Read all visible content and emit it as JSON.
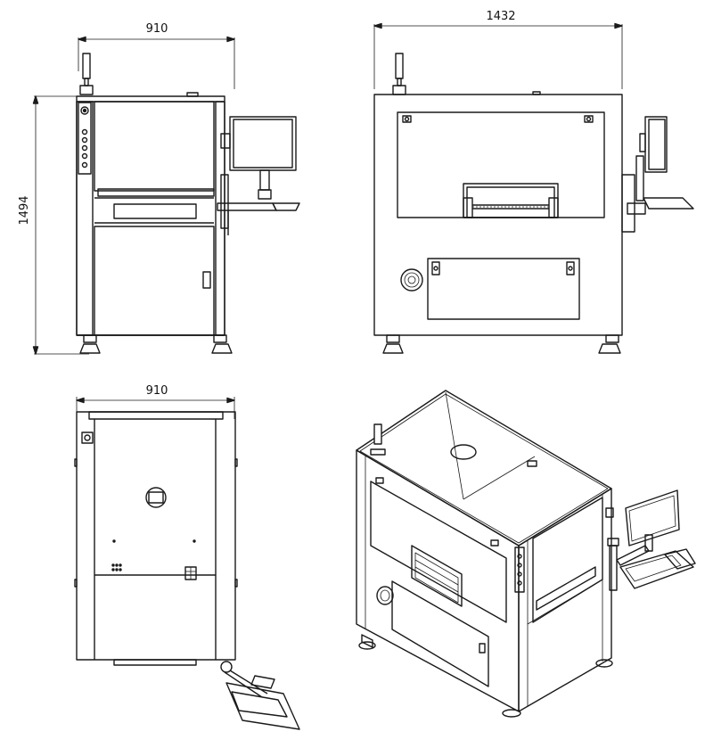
{
  "views": {
    "front": {
      "width_label": "910",
      "height_label": "1494"
    },
    "side": {
      "width_label": "1432"
    },
    "top": {
      "width_label": "910"
    },
    "iso": {}
  }
}
